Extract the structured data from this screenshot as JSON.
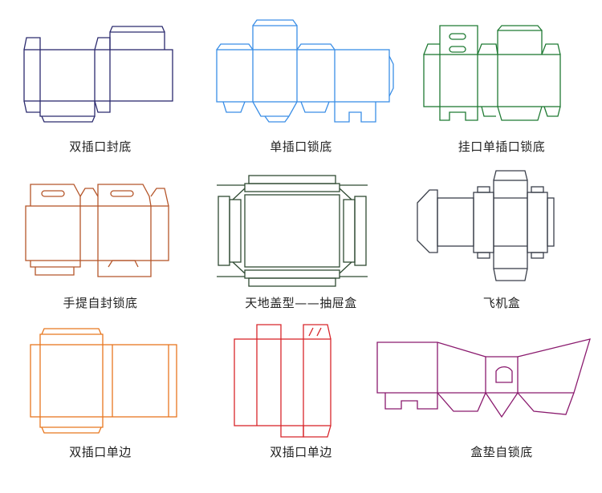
{
  "colors": {
    "navy": "#2b2a6e",
    "blue": "#3a8ee6",
    "green": "#1f7a33",
    "brown": "#b5562a",
    "dark_green": "#2f4a32",
    "slate": "#3a3f4a",
    "orange": "#e8771f",
    "red": "#d8262b",
    "purple": "#8a1a6e"
  },
  "diagrams": [
    {
      "label": "双插口封底",
      "color": "navy"
    },
    {
      "label": "单插口锁底",
      "color": "blue"
    },
    {
      "label": "挂口单插口锁底",
      "color": "green"
    },
    {
      "label": "手提自封锁底",
      "color": "brown"
    },
    {
      "label": "天地盖型——抽屉盒",
      "color": "dark_green"
    },
    {
      "label": "飞机盒",
      "color": "slate"
    },
    {
      "label": "双插口单边",
      "color": "orange"
    },
    {
      "label": "双插口单边",
      "color": "red"
    },
    {
      "label": "盒垫自锁底",
      "color": "purple"
    }
  ]
}
